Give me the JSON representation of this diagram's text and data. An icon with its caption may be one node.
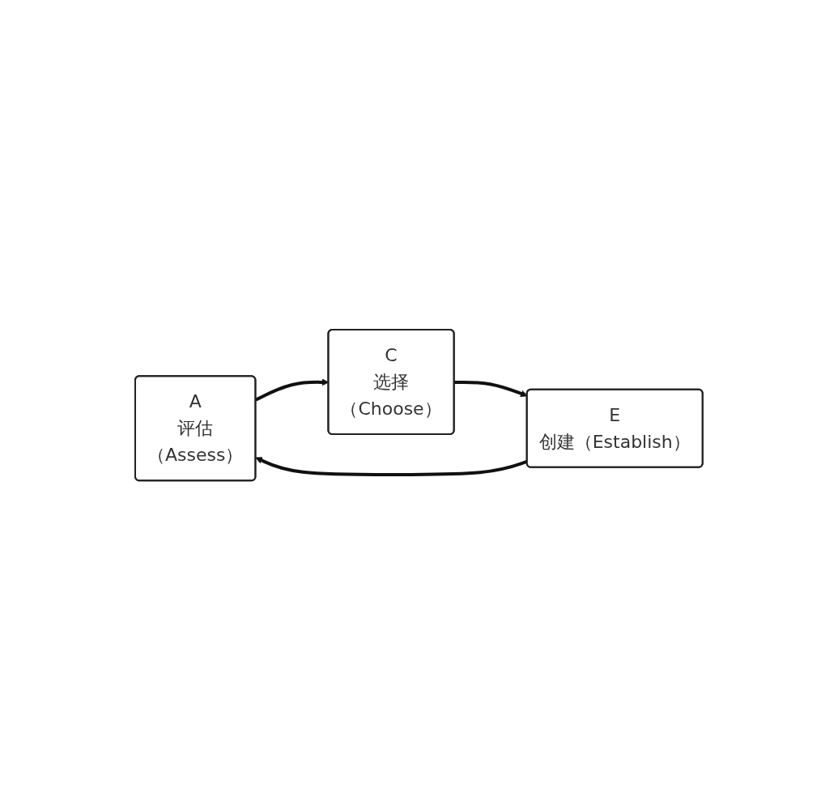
{
  "diagram": {
    "nodes": [
      {
        "text": [
          "A",
          "评估",
          "（Assess）"
        ]
      },
      {
        "text": [
          "C",
          "选择",
          "（Choose）"
        ]
      },
      {
        "text": [
          "E",
          "创建（Establish）"
        ]
      }
    ],
    "edges": [
      {
        "from": 0,
        "to": 1,
        "arrow": "to"
      },
      {
        "from": 1,
        "to": 2,
        "arrow": "to"
      },
      {
        "from": 2,
        "to": 0,
        "arrow": "to"
      }
    ]
  }
}
